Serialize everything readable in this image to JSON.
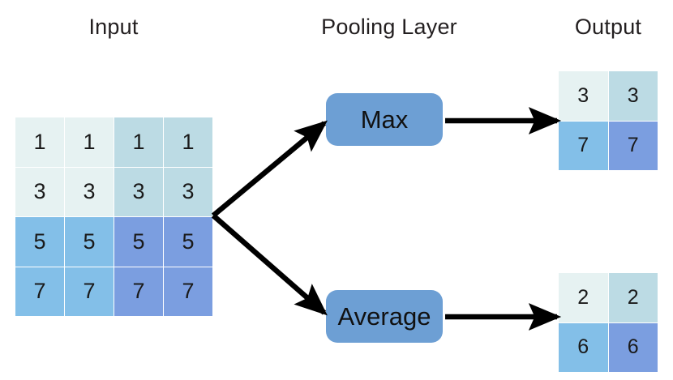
{
  "titles": {
    "input": "Input",
    "pooling": "Pooling Layer",
    "output": "Output"
  },
  "colors": {
    "quadrant_top_left": "#e6f2f2",
    "quadrant_top_right": "#bcdbe4",
    "quadrant_bottom_left": "#83bfe8",
    "quadrant_bottom_right": "#7b9ee0",
    "pool_box_fill": "#6d9fd4",
    "arrow": "#000000",
    "text": "#1a1a1a",
    "background": "#ffffff"
  },
  "input_grid": {
    "rows": 4,
    "cols": 4,
    "cells": [
      [
        {
          "value": "1",
          "color": "#e6f2f2"
        },
        {
          "value": "1",
          "color": "#e6f2f2"
        },
        {
          "value": "1",
          "color": "#bcdbe4"
        },
        {
          "value": "1",
          "color": "#bcdbe4"
        }
      ],
      [
        {
          "value": "3",
          "color": "#e6f2f2"
        },
        {
          "value": "3",
          "color": "#e6f2f2"
        },
        {
          "value": "3",
          "color": "#bcdbe4"
        },
        {
          "value": "3",
          "color": "#bcdbe4"
        }
      ],
      [
        {
          "value": "5",
          "color": "#83bfe8"
        },
        {
          "value": "5",
          "color": "#83bfe8"
        },
        {
          "value": "5",
          "color": "#7b9ee0"
        },
        {
          "value": "5",
          "color": "#7b9ee0"
        }
      ],
      [
        {
          "value": "7",
          "color": "#83bfe8"
        },
        {
          "value": "7",
          "color": "#83bfe8"
        },
        {
          "value": "7",
          "color": "#7b9ee0"
        },
        {
          "value": "7",
          "color": "#7b9ee0"
        }
      ]
    ]
  },
  "pooling": {
    "max_label": "Max",
    "average_label": "Average"
  },
  "output_max": {
    "rows": 2,
    "cols": 2,
    "cells": [
      [
        {
          "value": "3",
          "color": "#e6f2f2"
        },
        {
          "value": "3",
          "color": "#bcdbe4"
        }
      ],
      [
        {
          "value": "7",
          "color": "#83bfe8"
        },
        {
          "value": "7",
          "color": "#7b9ee0"
        }
      ]
    ]
  },
  "output_avg": {
    "rows": 2,
    "cols": 2,
    "cells": [
      [
        {
          "value": "2",
          "color": "#e6f2f2"
        },
        {
          "value": "2",
          "color": "#bcdbe4"
        }
      ],
      [
        {
          "value": "6",
          "color": "#83bfe8"
        },
        {
          "value": "6",
          "color": "#7b9ee0"
        }
      ]
    ]
  },
  "arrows": [
    {
      "name": "arrow-input-to-max",
      "from": "input-grid",
      "to": "pool-box-max"
    },
    {
      "name": "arrow-input-to-average",
      "from": "input-grid",
      "to": "pool-box-avg"
    },
    {
      "name": "arrow-max-to-output",
      "from": "pool-box-max",
      "to": "output-grid-max"
    },
    {
      "name": "arrow-average-to-output",
      "from": "pool-box-avg",
      "to": "output-grid-avg"
    }
  ]
}
